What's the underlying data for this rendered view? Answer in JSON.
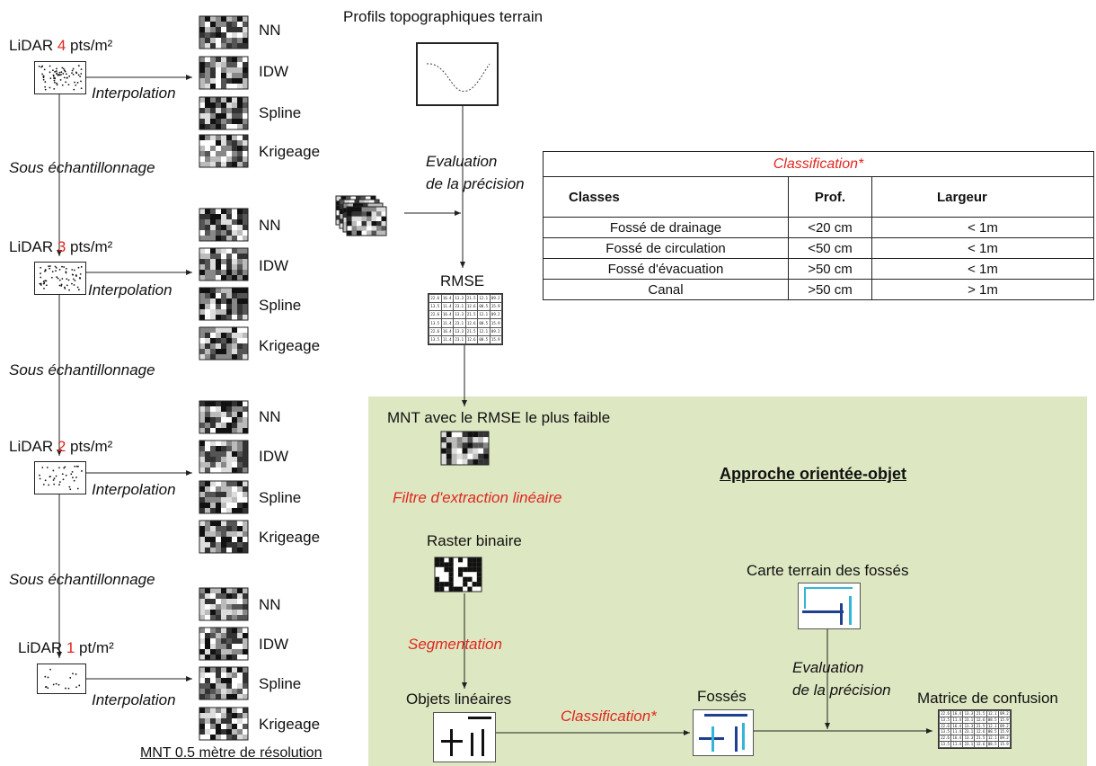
{
  "lidar_blocks": [
    {
      "prefix": "LiDAR ",
      "num": "4",
      "suffix": " pts/m²"
    },
    {
      "prefix": "LiDAR ",
      "num": "3",
      "suffix": " pts/m²"
    },
    {
      "prefix": "LiDAR ",
      "num": "2",
      "suffix": " pts/m²"
    },
    {
      "prefix": "LiDAR ",
      "num": "1",
      "suffix": " pt/m²"
    }
  ],
  "interpolation_label": "Interpolation",
  "subsampling_label": "Sous échantillonnage",
  "methods": [
    "NN",
    "IDW",
    "Spline",
    "Krigeage"
  ],
  "mnt_resolution": "MNT 0.5 mètre de résolution",
  "field_profiles": "Profils topographiques terrain",
  "precision_eval": [
    "Evaluation",
    "de la précision"
  ],
  "rmse_label": "RMSE",
  "classification_table": {
    "title": "Classification*",
    "headers": [
      "Classes",
      "Prof.",
      "Largeur"
    ],
    "rows": [
      [
        "Fossé de drainage",
        "<20 cm",
        "< 1m"
      ],
      [
        "Fossé de circulation",
        "<50 cm",
        "< 1m"
      ],
      [
        "Fossé d'évacuation",
        ">50 cm",
        "< 1m"
      ],
      [
        "Canal",
        ">50 cm",
        "> 1m"
      ]
    ]
  },
  "object_section": {
    "best_mnt": "MNT avec le RMSE le plus faible",
    "approach_title": "Approche orientée-objet",
    "linear_filter": "Filtre d'extraction linéaire",
    "binary_raster": "Raster binaire",
    "segmentation": "Segmentation",
    "linear_objects": "Objets linéaires",
    "classification": "Classification*",
    "ditches": "Fossés",
    "field_map": "Carte terrain des fossés",
    "precision_eval": [
      "Evaluation",
      "de la précision"
    ],
    "confusion_matrix": "Matrice de confusion"
  },
  "matrix_values": [
    [
      "22.6",
      "16.4",
      "13.3",
      "21.5",
      "12.1",
      "09.2"
    ],
    [
      "13.5",
      "11.4",
      "23.1",
      "12.6",
      "08.5",
      "15.9"
    ],
    [
      "22.6",
      "16.4",
      "13.3",
      "21.5",
      "12.1",
      "09.2"
    ],
    [
      "13.5",
      "11.4",
      "23.1",
      "12.6",
      "08.5",
      "15.9"
    ],
    [
      "22.6",
      "16.4",
      "13.3",
      "21.5",
      "12.1",
      "09.2"
    ],
    [
      "13.5",
      "11.4",
      "23.1",
      "12.6",
      "08.5",
      "15.9"
    ]
  ],
  "colors": {
    "red_text": "#e0261f",
    "green_panel": "#dde8c2",
    "ditch_dark": "#1f3f8f",
    "ditch_light": "#33b6d6"
  }
}
